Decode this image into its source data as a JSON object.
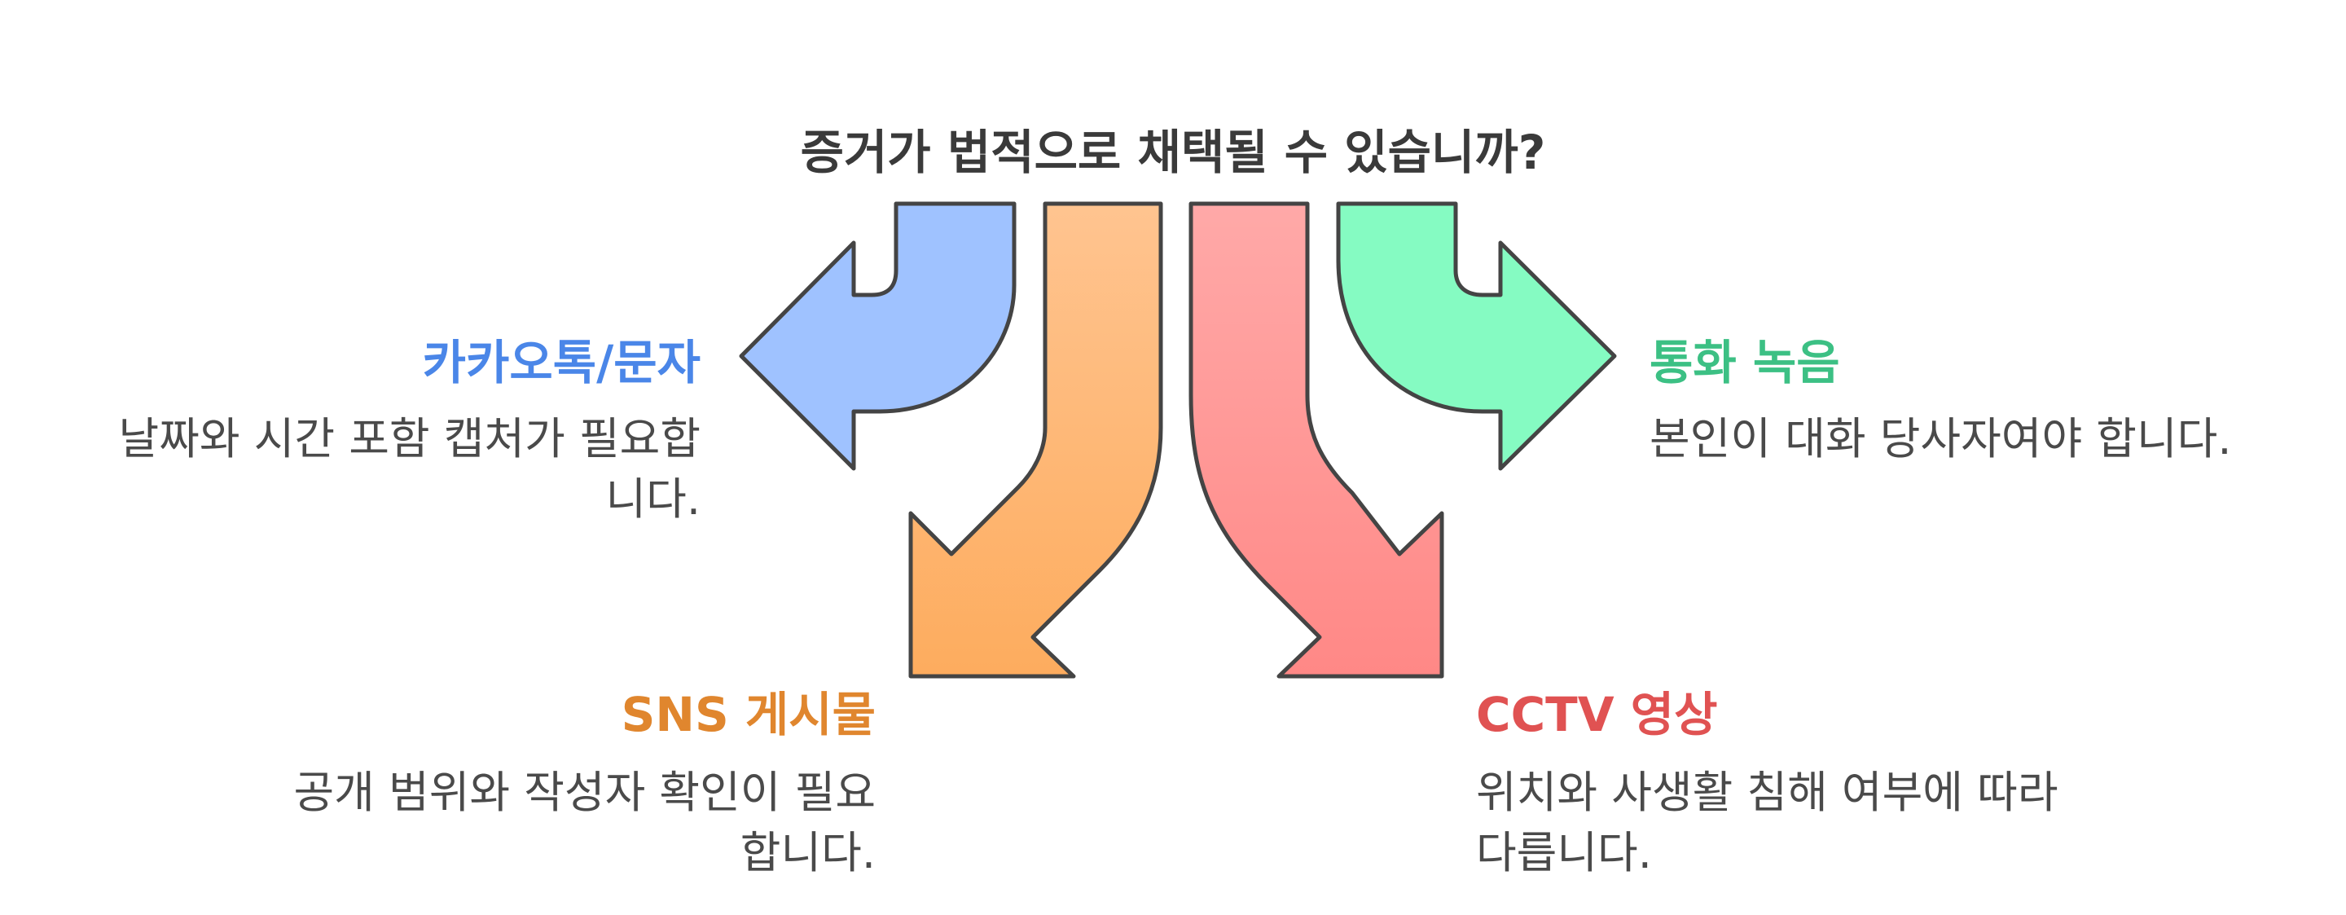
{
  "title": "증거가 법적으로 채택될 수 있습니까?",
  "branches": [
    {
      "label": "카카오톡/문자",
      "description": "날짜와 시간 포함 캡처가 필요합니다.",
      "desc_lines": [
        "날짜와 시간 포함 캡처가 필요합",
        "니다."
      ],
      "color": "#4a86e8",
      "fill": "#9fc2ff",
      "icon": "arrow-left-icon"
    },
    {
      "label": "SNS 게시물",
      "description": "공개 범위와 작성자 확인이 필요합니다.",
      "desc_lines": [
        "공개 범위와 작성자 확인이 필요",
        "합니다."
      ],
      "color": "#e0862e",
      "fill": "#fdb26a",
      "icon": "arrow-down-left-icon"
    },
    {
      "label": "CCTV 영상",
      "description": "위치와 사생활 침해 여부에 따라 다릅니다.",
      "desc_lines": [
        "위치와 사생활 침해 여부에 따라",
        "다릅니다."
      ],
      "color": "#e05252",
      "fill": "#ff8c8a",
      "icon": "arrow-down-right-icon"
    },
    {
      "label": "통화 녹음",
      "description": "본인이 대화 당사자여야 합니다.",
      "desc_lines": [
        "본인이 대화 당사자여야 합니다."
      ],
      "color": "#3cc084",
      "fill": "#85fbc2",
      "icon": "arrow-right-icon"
    }
  ]
}
